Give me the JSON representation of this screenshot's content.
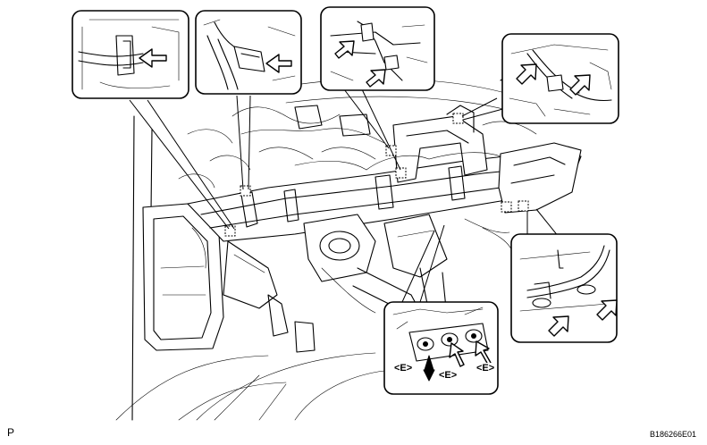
{
  "corner_label": "P",
  "figure_id": "B186266E01",
  "detail_labels": {
    "e1": "<E>",
    "e2": "<E>",
    "e3": "<E>"
  }
}
